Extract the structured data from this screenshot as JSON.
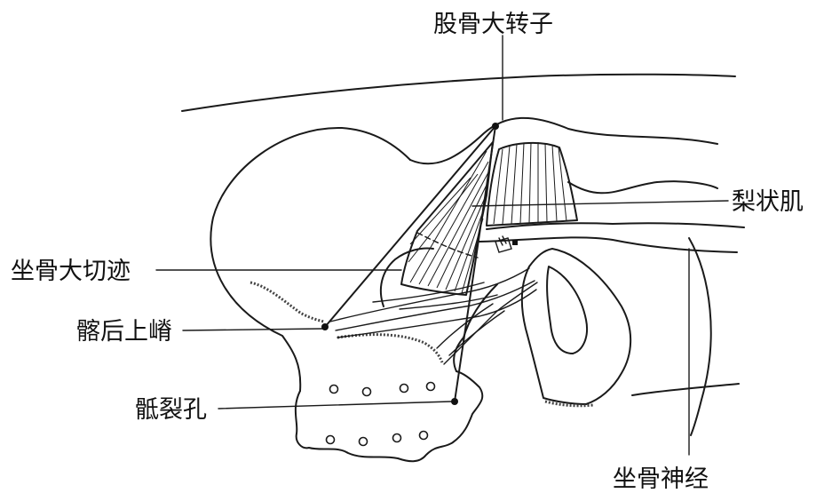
{
  "colors": {
    "line": "#1a1a1a",
    "text": "#111111",
    "background": "#ffffff"
  },
  "labels": {
    "greater_trochanter": "股骨大转子",
    "piriformis": "梨状肌",
    "greater_sciatic_notch": "坐骨大切迹",
    "posterior_superior_iliac_spine": "髂后上嵴",
    "sacral_hiatus": "骶裂孔",
    "sciatic_nerve": "坐骨神经"
  }
}
